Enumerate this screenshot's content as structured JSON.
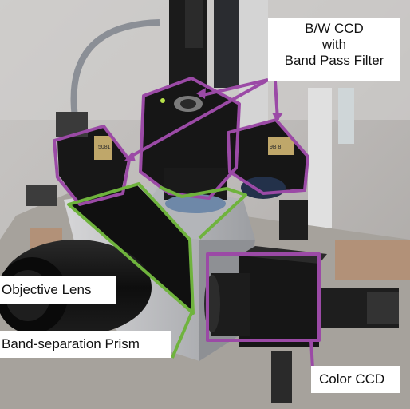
{
  "labels": {
    "bw_ccd": [
      "B/W CCD",
      "with",
      "Band Pass Filter"
    ],
    "objective_lens": "Objective Lens",
    "band_separation_prism": "Band-separation Prism",
    "color_ccd": "Color CCD"
  },
  "camera_markings": {
    "left_camera": "5081",
    "right_camera": "9B 8"
  },
  "colors": {
    "callout_purple": "#9b4aa6",
    "callout_green": "#6fb33d",
    "label_background": "#ffffff",
    "label_text": "#111111"
  }
}
